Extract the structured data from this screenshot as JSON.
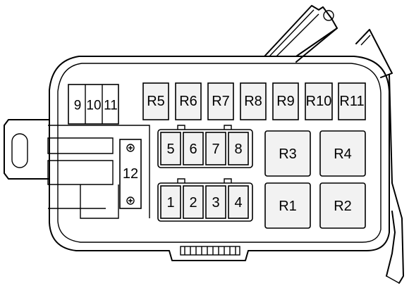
{
  "fuse_box": {
    "mini_fuses": [
      "9",
      "10",
      "11"
    ],
    "relays_top": [
      "R5",
      "R6",
      "R7",
      "R8",
      "R9",
      "R10",
      "R11"
    ],
    "fuses_upper": [
      "5",
      "6",
      "7",
      "8"
    ],
    "fuses_lower": [
      "1",
      "2",
      "3",
      "4"
    ],
    "maxi_fuse": "12",
    "relays_large": [
      "R3",
      "R4",
      "R1",
      "R2"
    ]
  }
}
